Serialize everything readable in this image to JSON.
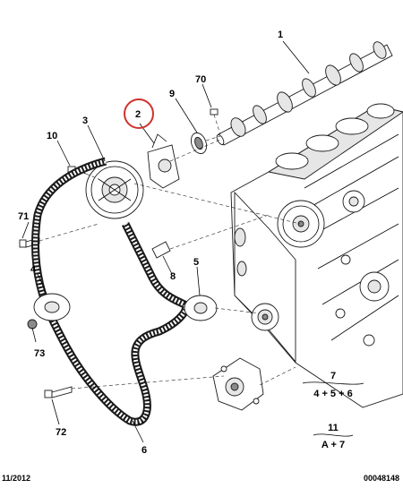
{
  "callouts": {
    "c1": "1",
    "c2": "2",
    "c3": "3",
    "c4": "4",
    "c5": "5",
    "c6": "6",
    "c7": "7",
    "c8": "8",
    "c9": "9",
    "c10": "10",
    "c11": "11",
    "c70": "70",
    "c71": "71",
    "c72": "72",
    "c73": "73"
  },
  "legend": {
    "group7_title": "7",
    "group7_parts": "4 + 5 + 6",
    "group11_title": "11",
    "group11_parts": "A + 7"
  },
  "footer": {
    "date": "11/2012",
    "ref": "00048148"
  },
  "highlight_color": "#d0312d"
}
